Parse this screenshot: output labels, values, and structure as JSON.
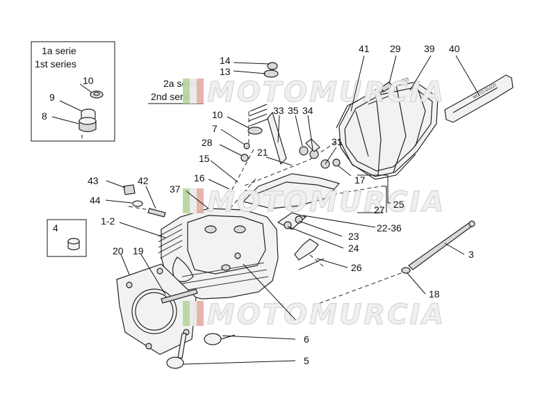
{
  "inset_first_series": {
    "line1": "1a serie",
    "line2": "1st series"
  },
  "second_series": {
    "line1": "2a serie",
    "line2": "2nd serie"
  },
  "watermark": {
    "text": "MOTOMURCIA"
  },
  "labels": {
    "l1_2": "1-2",
    "l3": "3",
    "l4": "4",
    "l5": "5",
    "l6": "6",
    "l7": "7",
    "l8": "8",
    "l9": "9",
    "l10_inset": "10",
    "l10_main": "10",
    "l13": "13",
    "l14": "14",
    "l15": "15",
    "l16": "16",
    "l17": "17",
    "l18": "18",
    "l19": "19",
    "l20": "20",
    "l21": "21",
    "l22_36": "22-36",
    "l23": "23",
    "l24": "24",
    "l25": "25",
    "l26": "26",
    "l27": "27",
    "l28": "28",
    "l29": "29",
    "l31": "31",
    "l33": "33",
    "l34": "34",
    "l35": "35",
    "l37": "37",
    "l39": "39",
    "l40": "40",
    "l41": "41",
    "l42": "42",
    "l43": "43",
    "l44": "44"
  }
}
